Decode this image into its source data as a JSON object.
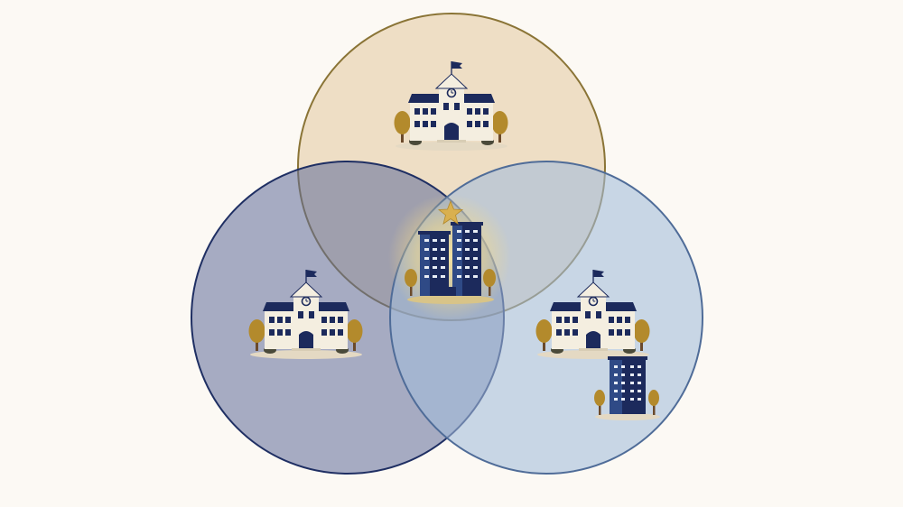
{
  "diagram": {
    "type": "venn",
    "background_color": "#fcf9f4",
    "circles": [
      {
        "name": "top",
        "fill": "#e9d3b3",
        "stroke": "#8a7436"
      },
      {
        "name": "left",
        "fill": "#7c86ab",
        "stroke": "#1f2f63"
      },
      {
        "name": "right",
        "fill": "#a7c0dc",
        "stroke": "#4f6c98"
      }
    ],
    "icons": [
      {
        "name": "school-building-icon",
        "region": "top"
      },
      {
        "name": "school-building-icon",
        "region": "left"
      },
      {
        "name": "school-building-icon",
        "region": "right"
      },
      {
        "name": "apartment-tower-icon",
        "region": "right"
      },
      {
        "name": "twin-tower-buildings-icon",
        "region": "center-intersection"
      },
      {
        "name": "star-icon",
        "region": "center-intersection"
      }
    ],
    "colors": {
      "building_navy": "#1c2a5c",
      "building_wall": "#f4eee0",
      "tree_gold": "#b38a2c",
      "trunk": "#6b4a2b",
      "star_gold": "#d9b04f",
      "glow": "#f3d98a"
    }
  }
}
